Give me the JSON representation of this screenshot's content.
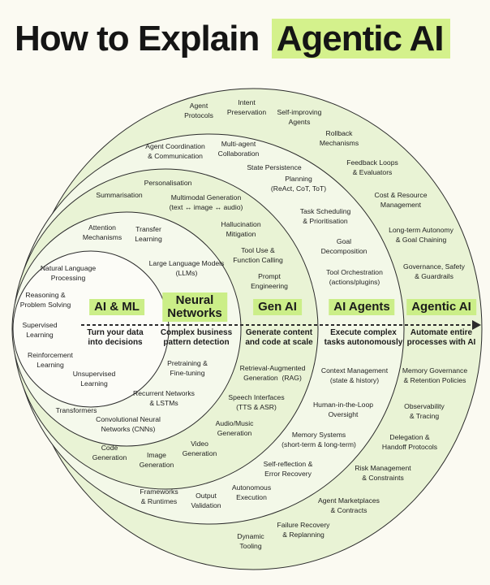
{
  "title": {
    "prefix": "How to Explain",
    "highlight": "Agentic AI"
  },
  "colors": {
    "background": "#fbfaf2",
    "ring_fill": "#e9f3d5",
    "ring_fill_mid": "#f1f7e5",
    "ring_stroke": "#2b2b2b",
    "highlight": "#cbee88"
  },
  "categories": [
    {
      "name": "AI & ML",
      "description": "Turn your data\ninto decisions"
    },
    {
      "name": "Neural\nNetworks",
      "description": "Complex business\npattern detection"
    },
    {
      "name": "Gen AI",
      "description": "Generate content\nand code at scale"
    },
    {
      "name": "AI Agents",
      "description": "Execute complex\ntasks autonomously"
    },
    {
      "name": "Agentic AI",
      "description": "Automate entire\nprocesses with AI"
    }
  ],
  "ai_ml": [
    "Natural Language\nProcessing",
    "Reasoning &\nProblem Solving",
    "Supervised\nLearning",
    "Reinforcement\nLearning",
    "Unsupervised\nLearning"
  ],
  "neural_networks": [
    "Attention\nMechanisms",
    "Transfer\nLearning",
    "Large Language Models\n(LLMs)",
    "Pretraining &\nFine-tuning",
    "Recurrent Networks\n& LSTMs",
    "Transformers",
    "Convolutional Neural\nNetworks (CNNs)"
  ],
  "gen_ai": [
    "Personalisation",
    "Summarisation",
    "Multimodal Generation\n(text ↔ image ↔ audio)",
    "Hallucination\nMitigation",
    "Tool Use &\nFunction Calling",
    "Prompt\nEngineering",
    "Retrieval-Augmented\nGeneration  (RAG)",
    "Speech Interfaces\n(TTS & ASR)",
    "Audio/Music\nGeneration",
    "Video\nGeneration",
    "Image\nGeneration",
    "Code\nGeneration"
  ],
  "ai_agents": [
    "Agent Coordination\n& Communication",
    "Multi-agent\nCollaboration",
    "State Persistence",
    "Planning\n(ReAct, CoT, ToT)",
    "Task Scheduling\n& Prioritisation",
    "Goal\nDecomposition",
    "Tool Orchestration\n(actions/plugins)",
    "Context Management\n(state & history)",
    "Human-in-the-Loop\nOversight",
    "Memory Systems\n(short-term & long-term)",
    "Self-reflection &\nError Recovery",
    "Autonomous\nExecution",
    "Output\nValidation",
    "Frameworks\n& Runtimes"
  ],
  "agentic_ai": [
    "Agent\nProtocols",
    "Intent\nPreservation",
    "Self-improving\nAgents",
    "Rollback\nMechanisms",
    "Feedback Loops\n& Evaluators",
    "Cost & Resource\nManagement",
    "Long-term Autonomy\n& Goal Chaining",
    "Governance, Safety\n& Guardrails",
    "Memory Governance\n& Retention Policies",
    "Observability\n& Tracing",
    "Delegation &\nHandoff Protocols",
    "Risk Management\n& Constraints",
    "Agent Marketplaces\n& Contracts",
    "Failure Recovery\n& Replanning",
    "Dynamic\nTooling"
  ]
}
